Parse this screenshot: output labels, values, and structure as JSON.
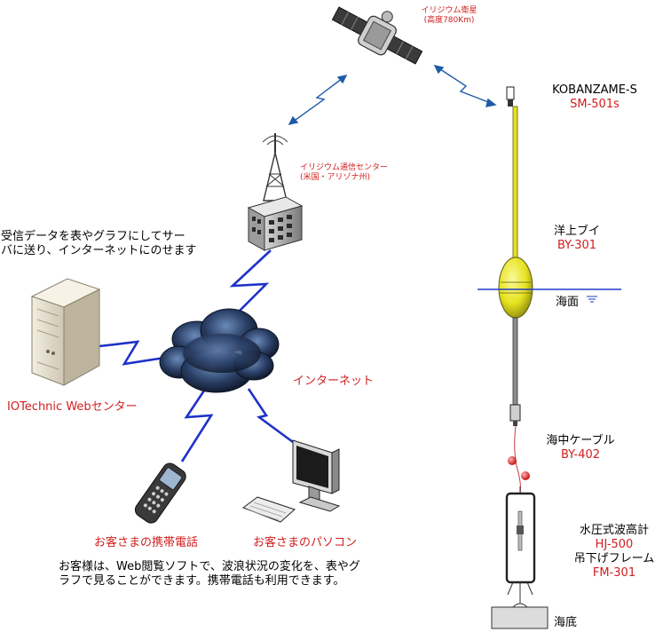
{
  "satellite": {
    "name": "イリジウム衛星",
    "altitude": "(高度780Km)"
  },
  "ground_station": {
    "name": "イリジウム通信センター",
    "location": "(米国・アリゾナ州)"
  },
  "server_note": {
    "line1": "受信データを表やグラフにしてサー",
    "line2": "バに送り、インターネットにのせます"
  },
  "web_center": {
    "label": "IOTechnic Webセンター"
  },
  "internet": {
    "label": "インターネット"
  },
  "mobile": {
    "label": "お客さまの携帯電話"
  },
  "pc": {
    "label": "お客さまのパソコン"
  },
  "customer_note": {
    "line1": "お客様は、Web閲覧ソフトで、波浪状況の変化を、表やグ",
    "line2": "ラフで見ることができます。携帯電話も利用できます。"
  },
  "transmitter": {
    "name": "KOBANZAME-S",
    "model": "SM-501s"
  },
  "buoy": {
    "name": "洋上ブイ",
    "model": "BY-301"
  },
  "sea_surface": {
    "label": "海面"
  },
  "cable": {
    "name": "海中ケーブル",
    "model": "BY-402"
  },
  "gauge": {
    "name": "水圧式波高計",
    "model": "HJ-500"
  },
  "frame": {
    "name": "吊下げフレーム",
    "model": "FM-301"
  },
  "seabed": {
    "label": "海底"
  },
  "colors": {
    "label_red": "#d21e1e",
    "link_blue": "#1e5aa8",
    "lightning": "#1e32c8",
    "buoy_yellow": "#e6e21e",
    "sea_line": "#1e3cc8"
  }
}
